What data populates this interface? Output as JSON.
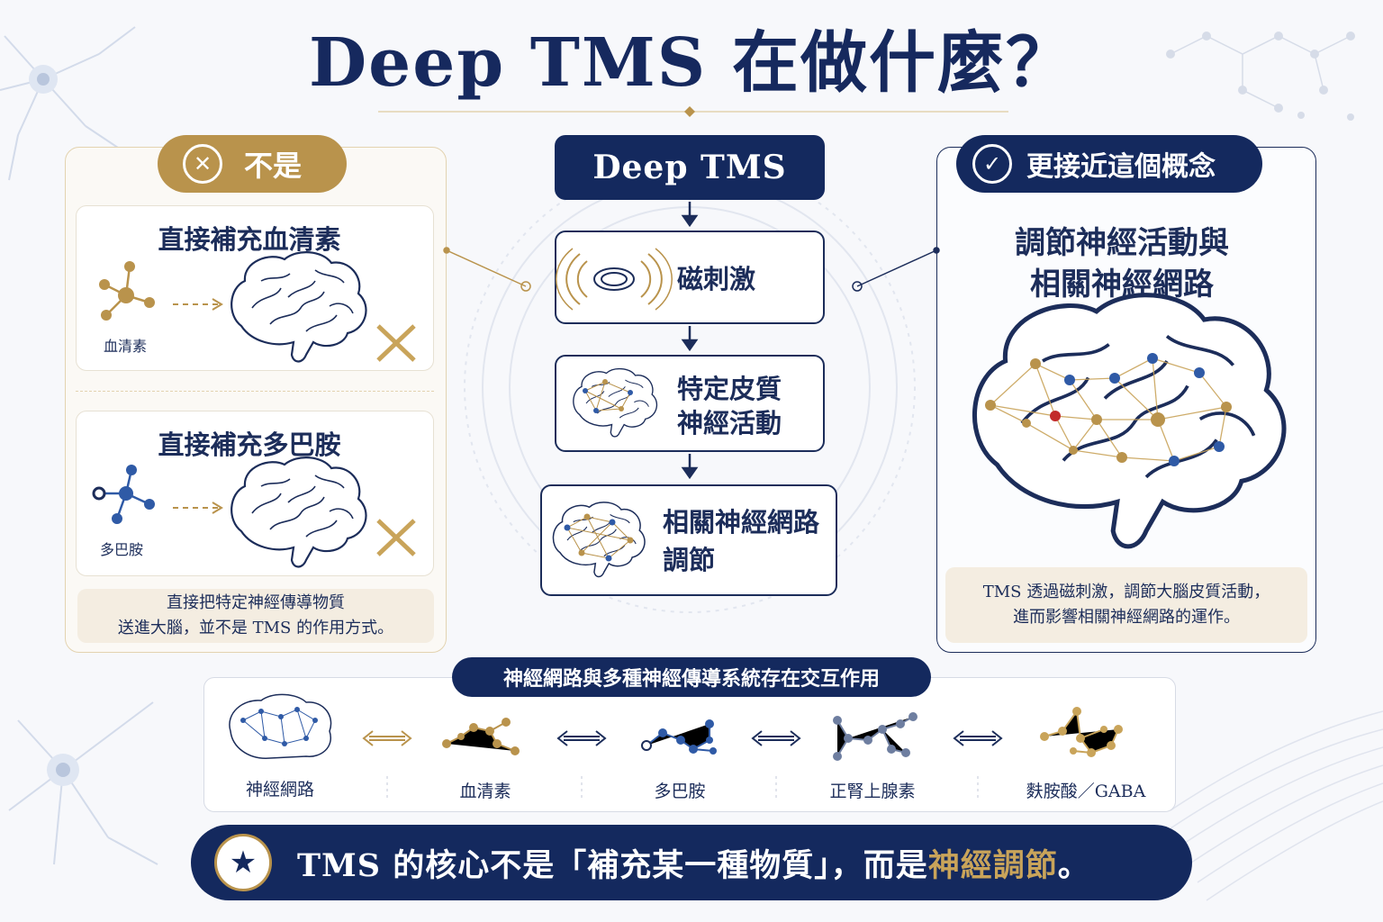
{
  "title": "Deep TMS 在做什麼？",
  "left_panel": {
    "badge": "不是",
    "card1": {
      "heading": "直接補充血清素",
      "molecule_label": "血清素"
    },
    "card2": {
      "heading": "直接補充多巴胺",
      "molecule_label": "多巴胺"
    },
    "note_line1": "直接把特定神經傳導物質",
    "note_line2": "送進大腦，並不是 TMS 的作用方式。"
  },
  "center": {
    "header": "Deep TMS",
    "step1": "磁刺激",
    "step2_line1": "特定皮質",
    "step2_line2": "神經活動",
    "step3_line1": "相關神經網路",
    "step3_line2": "調節"
  },
  "right_panel": {
    "badge": "更接近這個概念",
    "heading_line1": "調節神經活動與",
    "heading_line2": "相關神經網路",
    "note_line1": "TMS 透過磁刺激，調節大腦皮質活動，",
    "note_line2": "進而影響相關神經網路的運作。"
  },
  "bottom": {
    "banner": "神經網路與多種神經傳導系統存在交互作用",
    "items": [
      "神經網路",
      "血清素",
      "多巴胺",
      "正腎上腺素",
      "麩胺酸／GABA"
    ]
  },
  "footer": {
    "text_before": "TMS 的核心不是「補充某一種物質」，而是",
    "highlight": "神經調節",
    "text_after": "。"
  },
  "colors": {
    "navy": "#14295e",
    "gold": "#b9934c",
    "blue_node": "#2f5aa6"
  },
  "icons": [
    "x-circle-icon",
    "check-circle-icon",
    "star-icon",
    "brain-icon",
    "molecule-icon",
    "magnetic-coil-icon",
    "arrow-down-icon",
    "double-arrow-icon",
    "cross-mark-icon"
  ]
}
